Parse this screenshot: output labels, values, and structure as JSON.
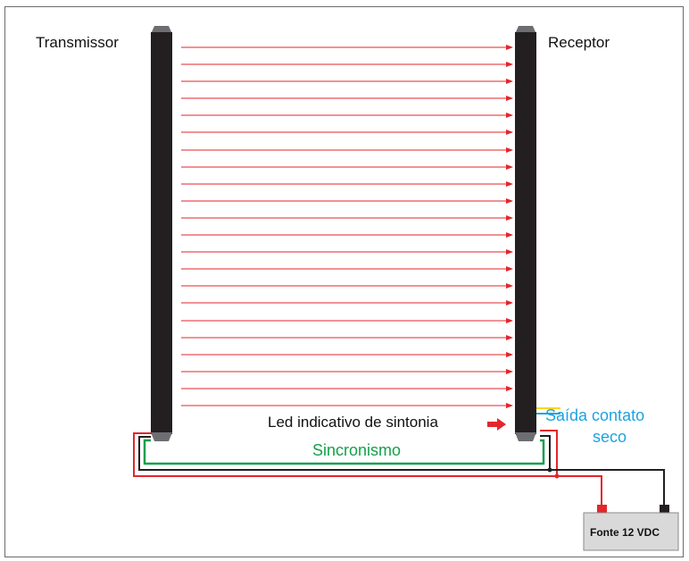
{
  "labels": {
    "transmitter": "Transmissor",
    "receiver": "Receptor",
    "led": "Led indicativo de sintonia",
    "output_line1": "Saída contato",
    "output_line2": "seco",
    "sync": "Sincronismo",
    "power_supply": "Fonte 12 VDC"
  },
  "beams": {
    "count": 22
  },
  "colors": {
    "beam": "#e3262b",
    "bar": "#231f20",
    "bar_cap": "#6d6e71",
    "power_wire": "#e3262b",
    "ground_wire": "#231f20",
    "sync_wire": "#14a04a",
    "output_wire_1": "#ffd400",
    "output_wire_2": "#1ea3e0",
    "psu_box": "#d9d9d9",
    "psu_positive": "#e3262b",
    "psu_negative": "#231f20"
  }
}
